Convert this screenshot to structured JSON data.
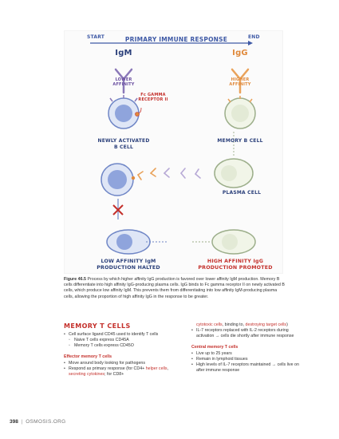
{
  "diagram": {
    "title": "PRIMARY IMMUNE RESPONSE",
    "start": "START",
    "end": "END",
    "igm": "IgM",
    "igg": "IgG",
    "lower_affinity": "LOWER\nAFFINITY",
    "higher_affinity": "HIGHER\nAFFINITY",
    "receptor": "Fc GAMMA\nRECEPTOR II",
    "newly_activated": "NEWLY ACTIVATED\nB CELL",
    "memory_b": "MEMORY B CELL",
    "plasma_cell": "PLASMA CELL",
    "low_affinity_outcome": "LOW AFFINITY IgM\nPRODUCTION HALTED",
    "high_affinity_outcome": "HIGH AFFINITY IgG\nPRODUCTION PROMOTED"
  },
  "caption": {
    "label": "Figure 46.5",
    "text": "Process by which higher affinity IgG production is favored over lower affinity IgM production. Memory B cells differentiate into high affinity IgG-producing plasma cells. IgG binds to Fc gamma receptor II on newly activated B cells, which produce low affinity IgM. This prevents them from differentiating into low affinity IgM-producing plasma cells, allowing the proportion of high affinity IgG in the response to be greater."
  },
  "section": {
    "title": "MEMORY T CELLS",
    "bullet1": "Cell surface ligand CD45 used to identify T cells",
    "sub1": "Naive T cells express CD45A",
    "sub2": "Memory T cells express CD45O",
    "effector_head": "Effector memory T cells",
    "eff1": "Move around body looking for pathogens",
    "eff2_a": "Respond as primary response (for CD4+ ",
    "eff2_link1": "helper cells",
    "eff2_b": ", ",
    "eff2_link2": "secreting cytokines",
    "eff2_c": "; for CD8+",
    "cont_link1": "cytotoxic cells",
    "cont_mid": ", binding to, ",
    "cont_link2": "destroying target cells",
    "cont_end": ")",
    "il": "IL-7 receptors replaced with IL-2 receptors during activation → cells die shortly after immune response",
    "central_head": "Central memory T cells",
    "c1": "Live up to 25 years",
    "c2": "Remain in lymphoid tissues",
    "c3": "High levels of IL-7 receptors maintained → cells live on after immune response"
  },
  "footer": {
    "page": "398",
    "sep": "|",
    "brand": "OSMOSIS.ORG"
  },
  "colors": {
    "navy": "#2a3f7a",
    "blue": "#3f5aa6",
    "orange": "#e08a3c",
    "red": "#c4302b",
    "purple": "#6a4fa0"
  }
}
